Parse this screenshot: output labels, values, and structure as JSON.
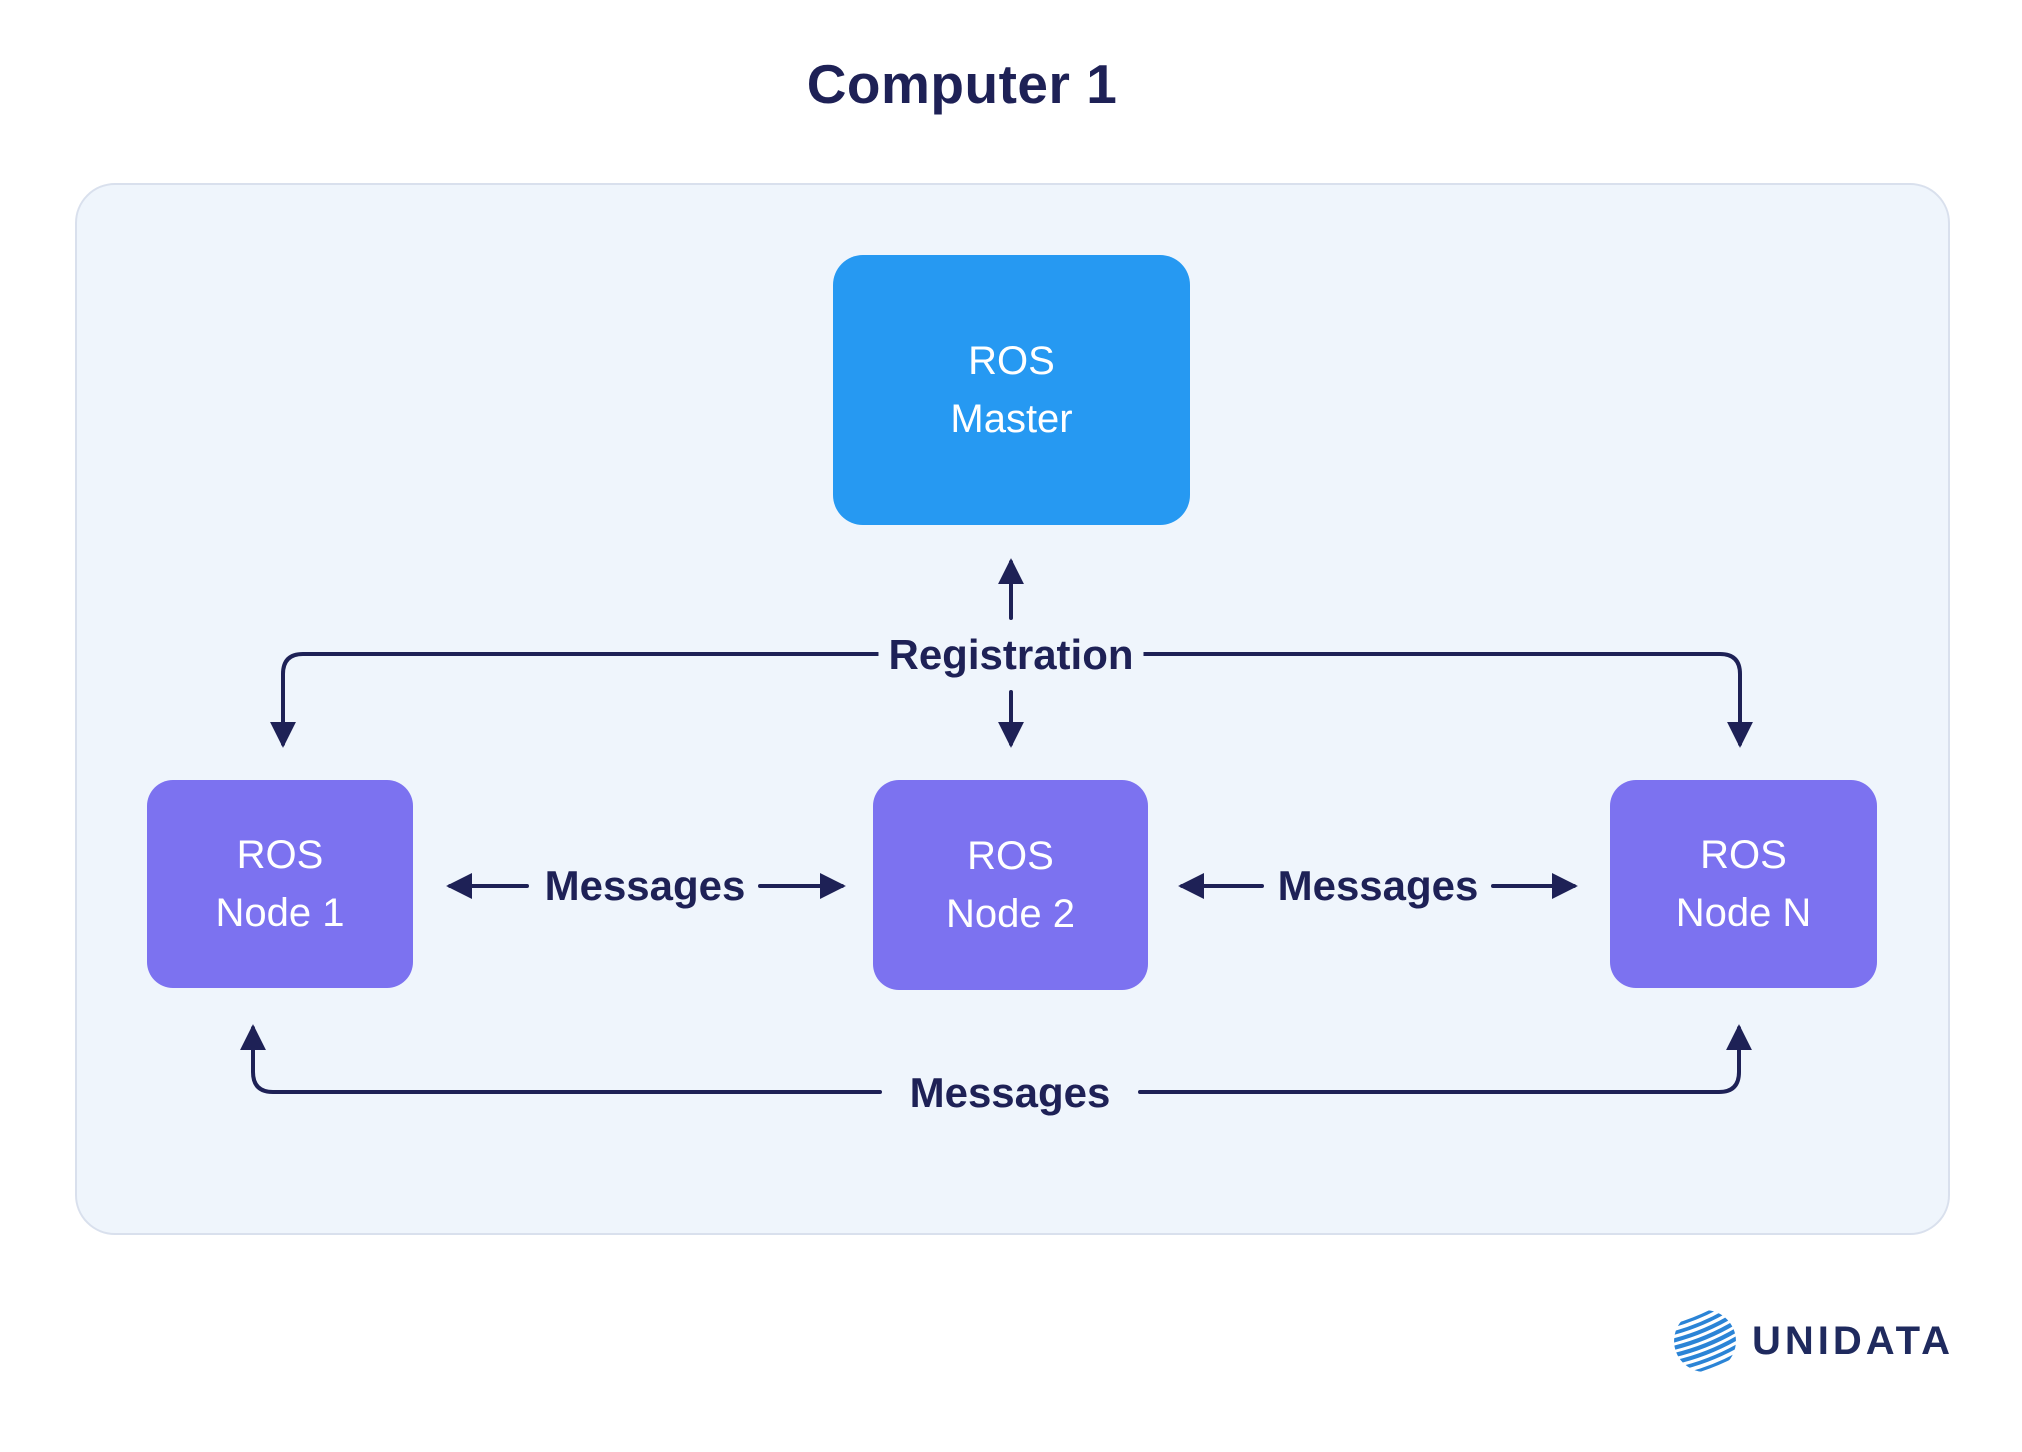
{
  "title": "Computer 1",
  "colors": {
    "master": "#2699F2",
    "node": "#7C72F0",
    "line": "#1E2156",
    "container_bg": "#EFF5FC",
    "container_border": "#D9E0ED",
    "box_text": "#FFFFFF",
    "logo_text": "#1F2A5E",
    "page_bg": "#FFFFFF",
    "globe": "#2B84D6"
  },
  "boxes": {
    "master": {
      "line1": "ROS",
      "line2": "Master"
    },
    "node1": {
      "line1": "ROS",
      "line2": "Node 1"
    },
    "node2": {
      "line1": "ROS",
      "line2": "Node 2"
    },
    "nodeN": {
      "line1": "ROS",
      "line2": "Node N"
    }
  },
  "labels": {
    "registration": "Registration",
    "messages_node1_node2": "Messages",
    "messages_node2_nodeN": "Messages",
    "messages_node1_nodeN": "Messages"
  },
  "logo": {
    "text": "UNIDATA"
  }
}
